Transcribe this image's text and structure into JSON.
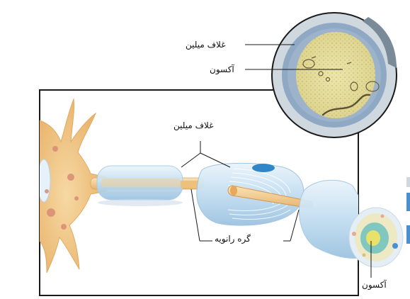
{
  "labels": {
    "myelin_sheath_inset": "غلاف میلین",
    "axon_inset": "آکسون",
    "myelin_sheath_main": "غلاف میلین",
    "node_of_ranvier": "گره رانویه",
    "axon_cross_section": "آکسون"
  },
  "colors": {
    "frame": "#1a1a1a",
    "cell_body": "#f2c987",
    "nucleus": "#d98c75",
    "myelin": "#bfd9ee",
    "myelin_light": "#dcecf8",
    "axon": "#f1c98c",
    "inset_outer_ring": "#8fa9c5",
    "inset_cytoplasm": "#e6df9e",
    "cross_section_core": "#e8e26a"
  }
}
